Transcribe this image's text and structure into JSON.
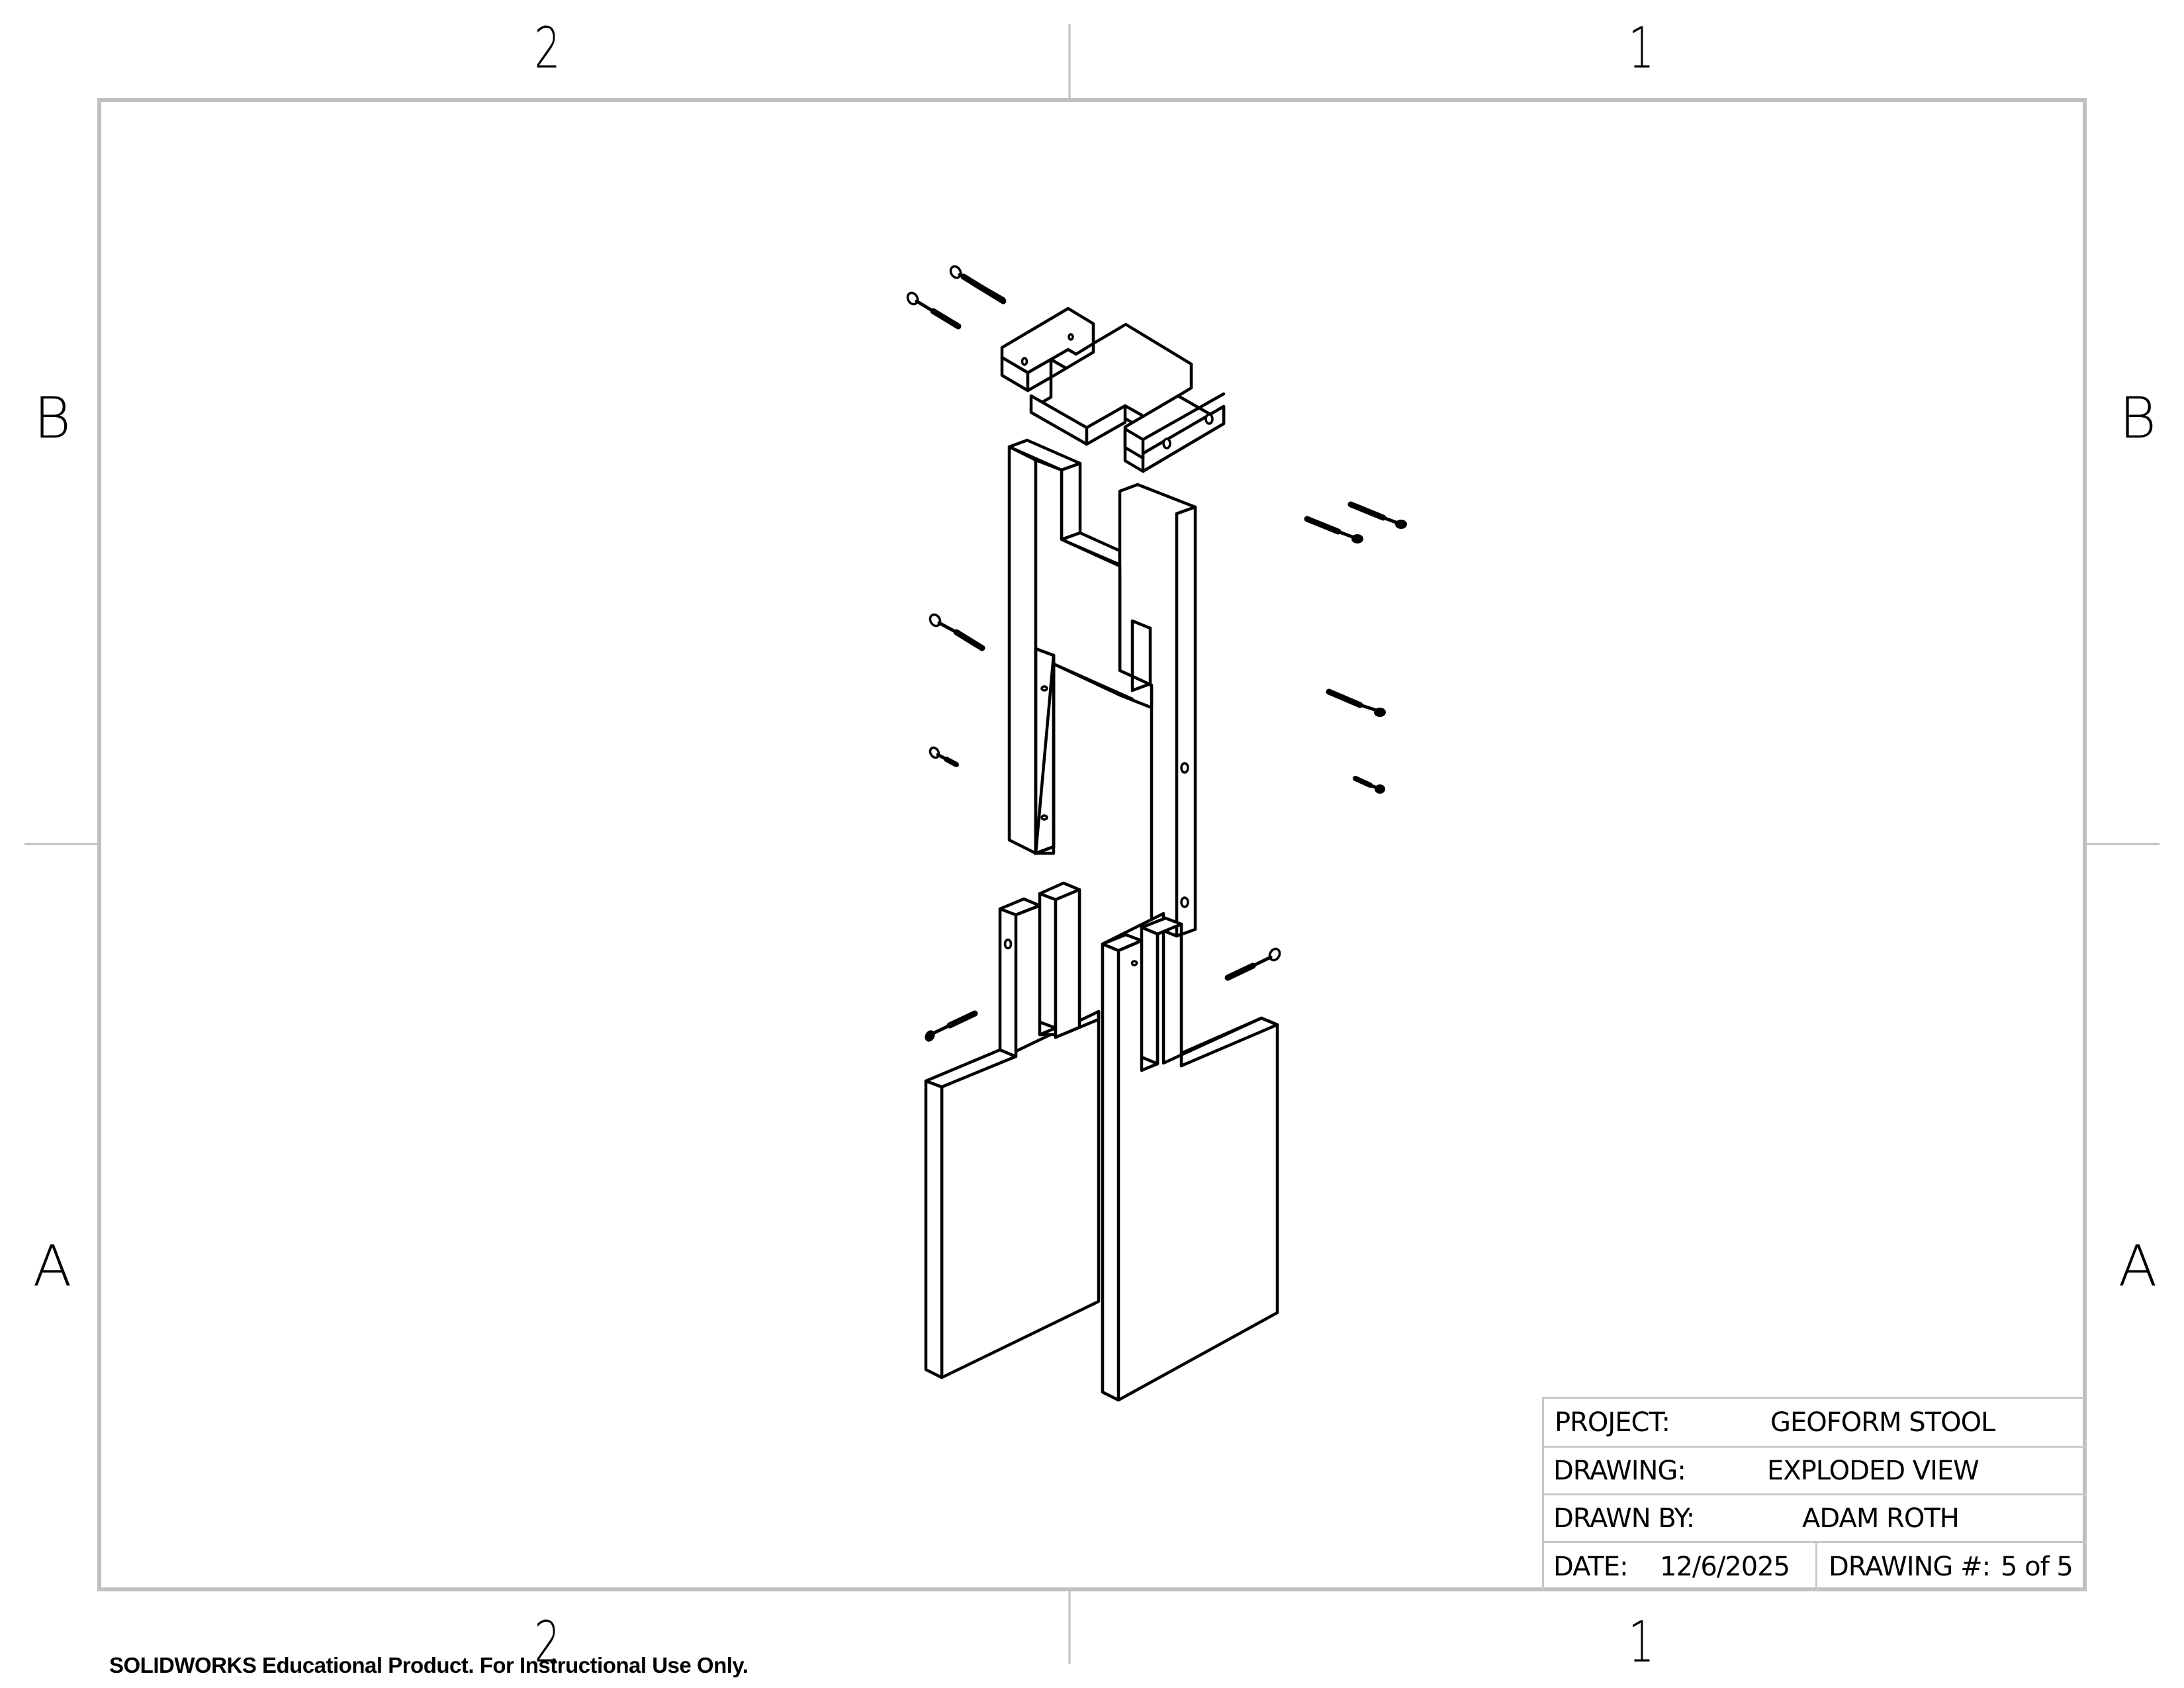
{
  "sheet": {
    "type": "SOLIDWORKS drawing sheet",
    "colors": {
      "frame": "#c0c0c0",
      "line": "#000000",
      "background": "#ffffff"
    }
  },
  "zones": {
    "top_columns": [
      "2",
      "1"
    ],
    "bottom_columns": [
      "2",
      "1"
    ],
    "left_rows": [
      "B",
      "A"
    ],
    "right_rows": [
      "B",
      "A"
    ]
  },
  "title_block": {
    "project_label": "PROJECT:",
    "project_value": "GEOFORM STOOL",
    "drawing_label": "DRAWING:",
    "drawing_value": "EXPLODED VIEW",
    "drawn_by_label": "DRAWN BY:",
    "drawn_by_value": "ADAM ROTH",
    "date_label": "DATE:",
    "date_value": "12/6/2025",
    "drawing_number_label": "DRAWING #:",
    "drawing_number_value": "5 of 5"
  },
  "watermark": "SOLIDWORKS Educational Product. For Instructional Use Only.",
  "view": {
    "name": "Exploded isometric view",
    "parts": [
      {
        "id": "seat-block",
        "description": "Seat top block with notched ends and pin holes"
      },
      {
        "id": "h-frame",
        "description": "Middle H-shaped frame"
      },
      {
        "id": "leg-left",
        "description": "Left leg with base plate and two uprights"
      },
      {
        "id": "leg-right",
        "description": "Right leg with base plate and two uprights"
      }
    ],
    "fasteners_count": 10
  }
}
